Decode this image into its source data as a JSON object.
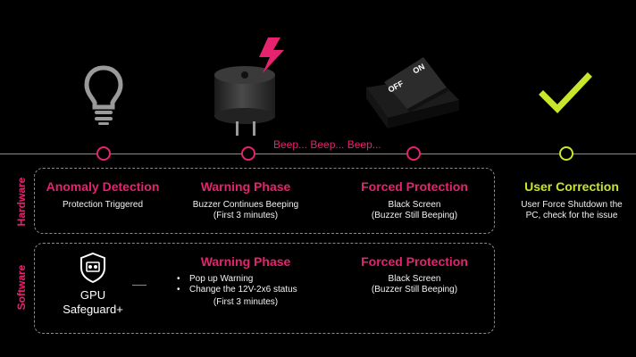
{
  "timeline": {
    "beep_text": "Beep... Beep... Beep...",
    "icons": [
      "lightbulb-icon",
      "buzzer-icon",
      "power-switch-icon",
      "checkmark-icon"
    ]
  },
  "switch": {
    "on_label": "ON",
    "off_label": "OFF"
  },
  "hardware": {
    "row_label": "Hardware",
    "stages": [
      {
        "title": "Anomaly Detection",
        "lines": [
          "Protection Triggered"
        ]
      },
      {
        "title": "Warning Phase",
        "lines": [
          "Buzzer Continues Beeping",
          "(First 3 minutes)"
        ]
      },
      {
        "title": "Forced Protection",
        "lines": [
          "Black Screen",
          "(Buzzer Still Beeping)"
        ]
      }
    ]
  },
  "user_correction": {
    "title": "User Correction",
    "lines": [
      "User Force Shutdown the",
      "PC, check for the issue"
    ]
  },
  "software": {
    "row_label": "Software",
    "logo_lines": [
      "GPU",
      "Safeguard+"
    ],
    "stages": [
      {
        "title": "Warning Phase",
        "bullets": [
          "Pop up Warning",
          "Change the 12V-2x6 status"
        ],
        "note": "(First 3 minutes)"
      },
      {
        "title": "Forced Protection",
        "lines": [
          "Black Screen",
          "(Buzzer Still Beeping)"
        ]
      }
    ]
  },
  "colors": {
    "accent": "#e6236f",
    "success": "#c8e62b",
    "line": "#8a8a8a",
    "background": "#000000"
  }
}
